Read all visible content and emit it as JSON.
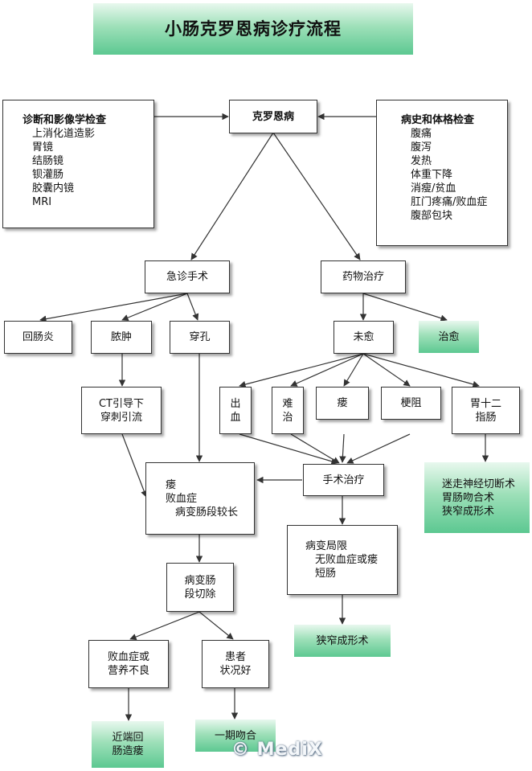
{
  "title": "小肠克罗恩病诊疗流程",
  "nodes": {
    "crohn": "克罗恩病",
    "diag_title": "诊断和影像学检查",
    "diag_items": [
      "上消化道造影",
      "胃镜",
      "结肠镜",
      "钡灌肠",
      "胶囊内镜",
      "MRI"
    ],
    "hist_title": "病史和体格检查",
    "hist_items": [
      "腹痛",
      "腹泻",
      "发热",
      "体重下降",
      "消瘦/贫血",
      "肛门疼痛/败血症",
      "腹部包块"
    ],
    "emergency_surgery": "急诊手术",
    "drug_therapy": "药物治疗",
    "ileitis": "回肠炎",
    "abscess": "脓肿",
    "perforation": "穿孔",
    "not_cured": "未愈",
    "cured": "治愈",
    "ct_line1": "CT引导下",
    "ct_line2": "穿刺引流",
    "bleeding_line1": "出",
    "bleeding_line2": "血",
    "refractory_line1": "难",
    "refractory_line2": "治",
    "fistula": "瘘",
    "obstruction": "梗阻",
    "duodenum_line1": "胃十二",
    "duodenum_line2": "指肠",
    "surgery": "手术治疗",
    "vagotomy_line1": "迷走神经切断术",
    "vagotomy_line2": "胃肠吻合术",
    "vagotomy_line3": "狭窄成形术",
    "cond_line1": "瘘",
    "cond_line2": "败血症",
    "cond_line3": "病变肠段较长",
    "local_line1": "病变局限",
    "local_line2": "无败血症或瘘",
    "local_line3": "短肠",
    "resection_line1": "病变肠",
    "resection_line2": "段切除",
    "stricture": "狭窄成形术",
    "sepsis_line1": "败血症或",
    "sepsis_line2": "营养不良",
    "good_line1": "患者",
    "good_line2": "状况好",
    "ileostomy_line1": "近端回",
    "ileostomy_line2": "肠造瘘",
    "anastomosis": "一期吻合"
  },
  "watermark": "© MediX"
}
